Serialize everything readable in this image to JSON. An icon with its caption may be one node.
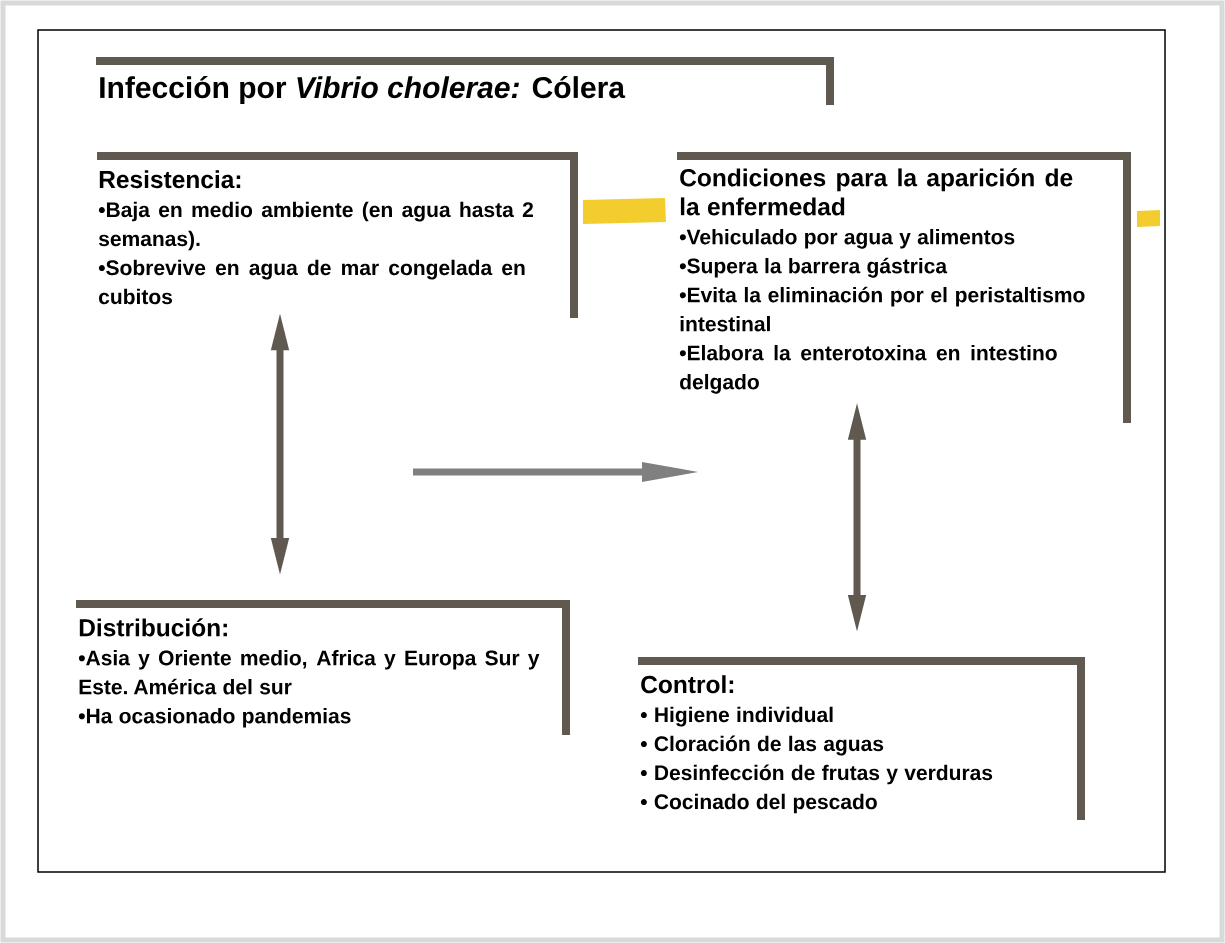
{
  "diagram": {
    "title": "Infección por *Vibrio cholerae:* Cólera",
    "nodes": [
      {
        "text": [
          "Resistencia:",
          "•Baja en medio ambiente (en agua hasta 2 semanas).",
          "•Sobrevive en agua de mar congelada en cubitos"
        ]
      },
      {
        "text": [
          "Condiciones para la aparición de la enfermedad",
          "•Vehiculado por agua y alimentos",
          "•Supera la barrera gástrica",
          "•Evita la eliminación por el peristaltismo intestinal",
          "•Elabora la enterotoxina en intestino  delgado"
        ]
      },
      {
        "text": [
          "Distribución:",
          "•Asia y Oriente medio, Africa y Europa Sur y Este. América del sur",
          "•Ha ocasionado pandemias"
        ]
      },
      {
        "text": [
          "Control:",
          "• Higiene individual",
          "• Cloración de las aguas",
          "• Desinfección de frutas y verduras",
          "• Cocinado del pescado"
        ]
      }
    ],
    "edges": [
      {
        "from": 0,
        "to": 2,
        "arrow": "both"
      },
      {
        "from": 1,
        "to": 3,
        "arrow": "both"
      }
    ]
  }
}
